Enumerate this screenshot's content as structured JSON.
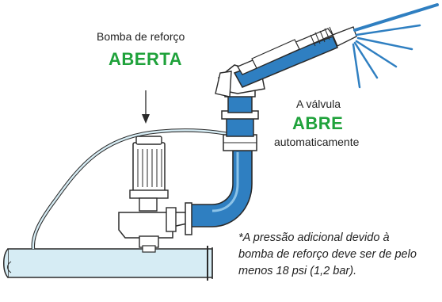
{
  "pump_label": {
    "title": "Bomba de reforço",
    "state": "ABERTA"
  },
  "valve_label": {
    "line1": "A válvula",
    "state": "ABRE",
    "line3": "automaticamente"
  },
  "footnote": {
    "line1": "*A pressão adicional devido à",
    "line2": "bomba de reforço deve ser de pelo",
    "line3": "menos 18 psi (1,2 bar)."
  },
  "colors": {
    "state_text": "#1fa23b",
    "water_blue": "#2f7fc1",
    "pipe_fill": "#d6ecf4",
    "outline": "#2a2a2a"
  }
}
